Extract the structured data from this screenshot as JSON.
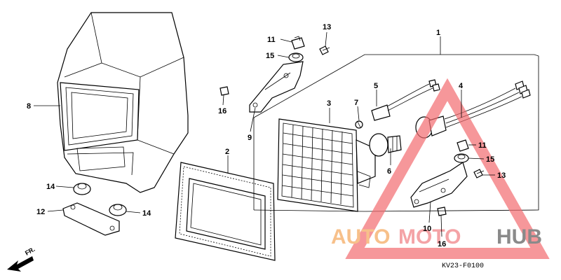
{
  "callouts": {
    "c1": "1",
    "c2": "2",
    "c3": "3",
    "c4": "4",
    "c5": "5",
    "c6": "6",
    "c7": "7",
    "c8": "8",
    "c9": "9",
    "c10": "10",
    "c11a": "11",
    "c11b": "11",
    "c12": "12",
    "c13a": "13",
    "c13b": "13",
    "c14a": "14",
    "c14b": "14",
    "c15a": "15",
    "c15b": "15",
    "c16a": "16",
    "c16b": "16"
  },
  "direction": "FR.",
  "diagram_code": "KV23-F0100",
  "watermark": {
    "brand_auto": "AUTO",
    "brand_moto": "MOTO",
    "brand_hub": "HUB",
    "colors": {
      "auto": "#f7c08a",
      "moto": "#f4a3a6",
      "hub": "#8a8a8a",
      "triangle": "#f26b6f"
    }
  }
}
